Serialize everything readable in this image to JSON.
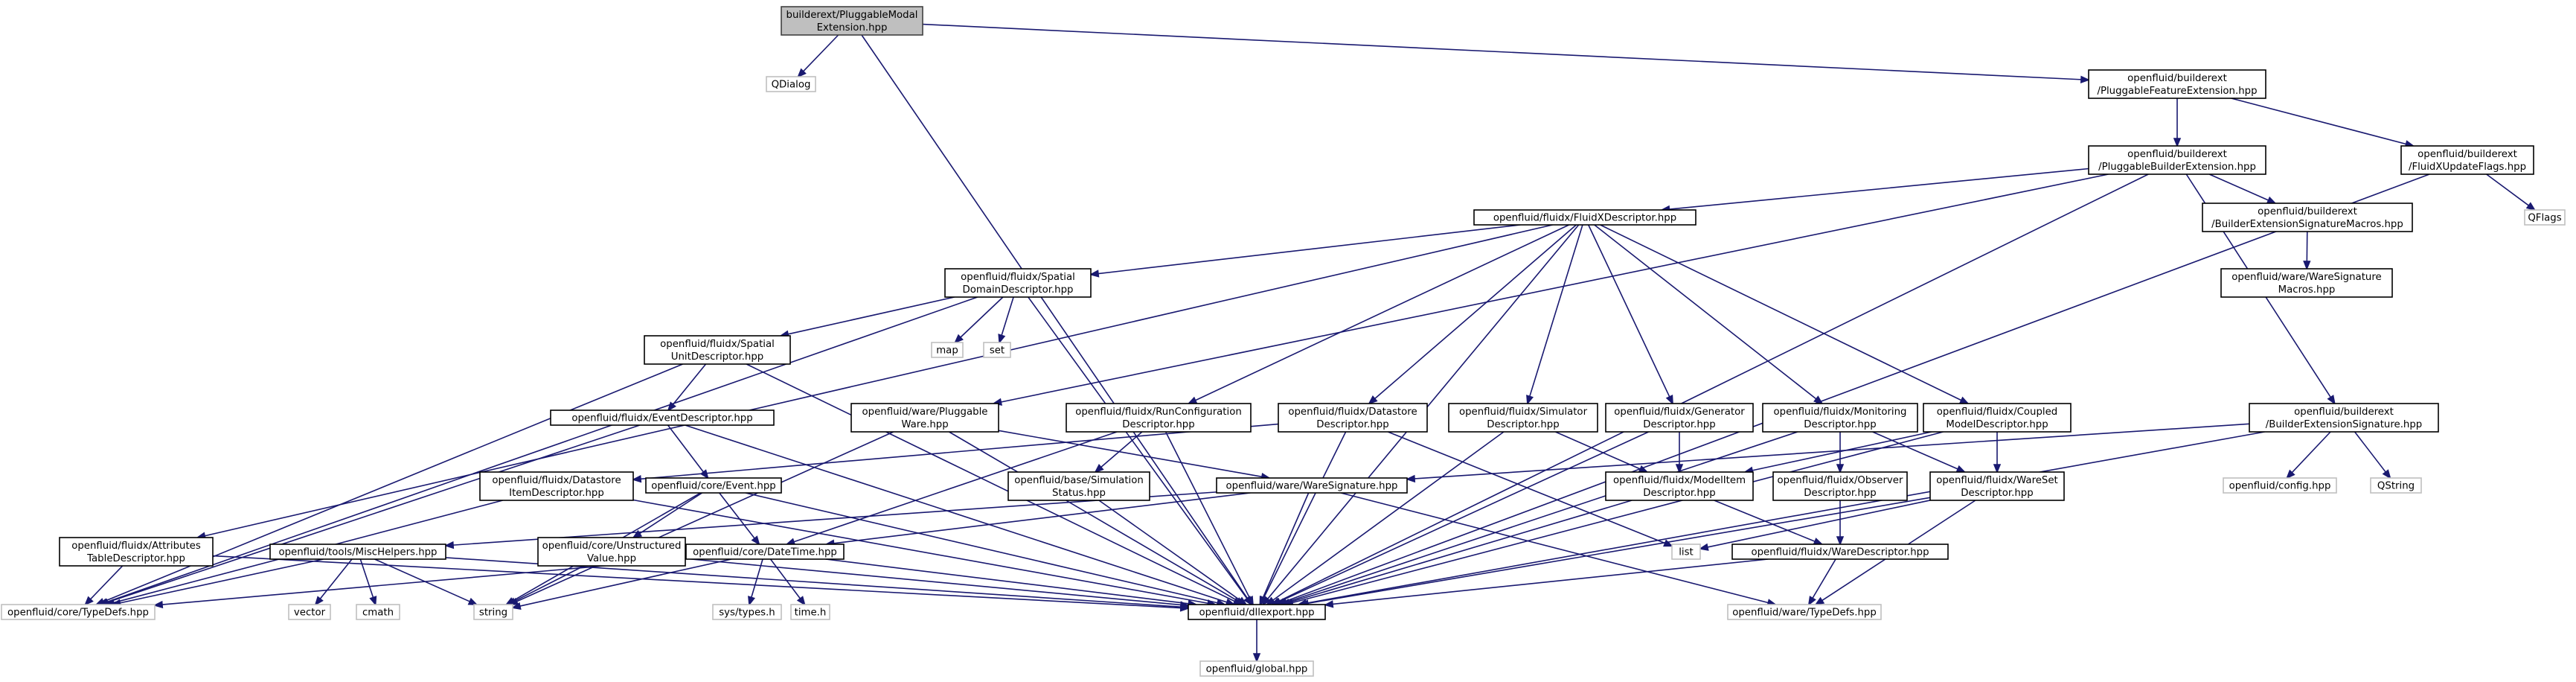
{
  "diagram": {
    "title": "",
    "colors": {
      "edge": "#191970",
      "root_fill": "#bfbfbf",
      "root_stroke": "#404040",
      "node_stroke": "#000000",
      "system_stroke": "#bfbfbf",
      "text": "#000000"
    },
    "nodes": [
      {
        "id": "pmext",
        "kind": "root",
        "lines": [
          "builderext/PluggableModal",
          "Extension.hpp"
        ]
      },
      {
        "id": "qdialog",
        "kind": "system",
        "lines": [
          "QDialog"
        ]
      },
      {
        "id": "pfext",
        "kind": "normal",
        "lines": [
          "openfluid/builderext",
          "/PluggableFeatureExtension.hpp"
        ]
      },
      {
        "id": "pbext",
        "kind": "normal",
        "lines": [
          "openfluid/builderext",
          "/PluggableBuilderExtension.hpp"
        ]
      },
      {
        "id": "fluidxupd",
        "kind": "normal",
        "lines": [
          "openfluid/builderext",
          "/FluidXUpdateFlags.hpp"
        ]
      },
      {
        "id": "qflags",
        "kind": "system",
        "lines": [
          "QFlags"
        ]
      },
      {
        "id": "fxdesc",
        "kind": "normal",
        "lines": [
          "openfluid/fluidx/FluidXDescriptor.hpp"
        ]
      },
      {
        "id": "besigmacros",
        "kind": "normal",
        "lines": [
          "openfluid/builderext",
          "/BuilderExtensionSignatureMacros.hpp"
        ]
      },
      {
        "id": "wsigmacros",
        "kind": "normal",
        "lines": [
          "openfluid/ware/WareSignature",
          "Macros.hpp"
        ]
      },
      {
        "id": "spatialdom",
        "kind": "normal",
        "lines": [
          "openfluid/fluidx/Spatial",
          "DomainDescriptor.hpp"
        ]
      },
      {
        "id": "map",
        "kind": "system",
        "lines": [
          "map"
        ]
      },
      {
        "id": "set",
        "kind": "system",
        "lines": [
          "set"
        ]
      },
      {
        "id": "spatialunit",
        "kind": "normal",
        "lines": [
          "openfluid/fluidx/Spatial",
          "UnitDescriptor.hpp"
        ]
      },
      {
        "id": "eventdesc",
        "kind": "normal",
        "lines": [
          "openfluid/fluidx/EventDescriptor.hpp"
        ]
      },
      {
        "id": "pluggableware",
        "kind": "normal",
        "lines": [
          "openfluid/ware/Pluggable",
          "Ware.hpp"
        ]
      },
      {
        "id": "runconf",
        "kind": "normal",
        "lines": [
          "openfluid/fluidx/RunConfiguration",
          "Descriptor.hpp"
        ]
      },
      {
        "id": "datastoredesc",
        "kind": "normal",
        "lines": [
          "openfluid/fluidx/Datastore",
          "Descriptor.hpp"
        ]
      },
      {
        "id": "simdesc",
        "kind": "normal",
        "lines": [
          "openfluid/fluidx/Simulator",
          "Descriptor.hpp"
        ]
      },
      {
        "id": "gendesc",
        "kind": "normal",
        "lines": [
          "openfluid/fluidx/Generator",
          "Descriptor.hpp"
        ]
      },
      {
        "id": "mondesc",
        "kind": "normal",
        "lines": [
          "openfluid/fluidx/Monitoring",
          "Descriptor.hpp"
        ]
      },
      {
        "id": "coupleddesc",
        "kind": "normal",
        "lines": [
          "openfluid/fluidx/Coupled",
          "ModelDescriptor.hpp"
        ]
      },
      {
        "id": "besig",
        "kind": "normal",
        "lines": [
          "openfluid/builderext",
          "/BuilderExtensionSignature.hpp"
        ]
      },
      {
        "id": "dsitem",
        "kind": "normal",
        "lines": [
          "openfluid/fluidx/Datastore",
          "ItemDescriptor.hpp"
        ]
      },
      {
        "id": "event",
        "kind": "normal",
        "lines": [
          "openfluid/core/Event.hpp"
        ]
      },
      {
        "id": "simstatus",
        "kind": "normal",
        "lines": [
          "openfluid/base/Simulation",
          "Status.hpp"
        ]
      },
      {
        "id": "waresig",
        "kind": "normal",
        "lines": [
          "openfluid/ware/WareSignature.hpp"
        ]
      },
      {
        "id": "modelitem",
        "kind": "normal",
        "lines": [
          "openfluid/fluidx/ModelItem",
          "Descriptor.hpp"
        ]
      },
      {
        "id": "obsdesc",
        "kind": "normal",
        "lines": [
          "openfluid/fluidx/Observer",
          "Descriptor.hpp"
        ]
      },
      {
        "id": "waresetdesc",
        "kind": "normal",
        "lines": [
          "openfluid/fluidx/WareSet",
          "Descriptor.hpp"
        ]
      },
      {
        "id": "config",
        "kind": "system",
        "lines": [
          "openfluid/config.hpp"
        ]
      },
      {
        "id": "qstring",
        "kind": "system",
        "lines": [
          "QString"
        ]
      },
      {
        "id": "attrtable",
        "kind": "normal",
        "lines": [
          "openfluid/fluidx/Attributes",
          "TableDescriptor.hpp"
        ]
      },
      {
        "id": "mischelpers",
        "kind": "normal",
        "lines": [
          "openfluid/tools/MiscHelpers.hpp"
        ]
      },
      {
        "id": "unstruct",
        "kind": "normal",
        "lines": [
          "openfluid/core/Unstructured",
          "Value.hpp"
        ]
      },
      {
        "id": "datetime",
        "kind": "normal",
        "lines": [
          "openfluid/core/DateTime.hpp"
        ]
      },
      {
        "id": "list",
        "kind": "system",
        "lines": [
          "list"
        ]
      },
      {
        "id": "waredesc",
        "kind": "normal",
        "lines": [
          "openfluid/fluidx/WareDescriptor.hpp"
        ]
      },
      {
        "id": "coretypedefs",
        "kind": "system",
        "lines": [
          "openfluid/core/TypeDefs.hpp"
        ]
      },
      {
        "id": "vector",
        "kind": "system",
        "lines": [
          "vector"
        ]
      },
      {
        "id": "cmath",
        "kind": "system",
        "lines": [
          "cmath"
        ]
      },
      {
        "id": "string",
        "kind": "system",
        "lines": [
          "string"
        ]
      },
      {
        "id": "systypes",
        "kind": "system",
        "lines": [
          "sys/types.h"
        ]
      },
      {
        "id": "timeh",
        "kind": "system",
        "lines": [
          "time.h"
        ]
      },
      {
        "id": "dllexport",
        "kind": "normal",
        "lines": [
          "openfluid/dllexport.hpp"
        ]
      },
      {
        "id": "waretypedefs",
        "kind": "system",
        "lines": [
          "openfluid/ware/TypeDefs.hpp"
        ]
      },
      {
        "id": "global",
        "kind": "system",
        "lines": [
          "openfluid/global.hpp"
        ]
      }
    ],
    "edges": [
      [
        "pmext",
        "qdialog"
      ],
      [
        "pmext",
        "pfext"
      ],
      [
        "pmext",
        "dllexport"
      ],
      [
        "pfext",
        "pbext"
      ],
      [
        "pfext",
        "fluidxupd"
      ],
      [
        "fluidxupd",
        "qflags"
      ],
      [
        "fluidxupd",
        "dllexport"
      ],
      [
        "pbext",
        "fxdesc"
      ],
      [
        "pbext",
        "besigmacros"
      ],
      [
        "pbext",
        "besig"
      ],
      [
        "pbext",
        "pluggableware"
      ],
      [
        "pbext",
        "dllexport"
      ],
      [
        "besigmacros",
        "wsigmacros"
      ],
      [
        "fxdesc",
        "spatialdom"
      ],
      [
        "fxdesc",
        "runconf"
      ],
      [
        "fxdesc",
        "datastoredesc"
      ],
      [
        "fxdesc",
        "simdesc"
      ],
      [
        "fxdesc",
        "gendesc"
      ],
      [
        "fxdesc",
        "mondesc"
      ],
      [
        "fxdesc",
        "coupleddesc"
      ],
      [
        "fxdesc",
        "attrtable"
      ],
      [
        "fxdesc",
        "dllexport"
      ],
      [
        "spatialdom",
        "map"
      ],
      [
        "spatialdom",
        "set"
      ],
      [
        "spatialdom",
        "spatialunit"
      ],
      [
        "spatialdom",
        "coretypedefs"
      ],
      [
        "spatialdom",
        "dllexport"
      ],
      [
        "spatialunit",
        "eventdesc"
      ],
      [
        "spatialunit",
        "coretypedefs"
      ],
      [
        "spatialunit",
        "dllexport"
      ],
      [
        "eventdesc",
        "event"
      ],
      [
        "eventdesc",
        "coretypedefs"
      ],
      [
        "eventdesc",
        "dllexport"
      ],
      [
        "event",
        "datetime"
      ],
      [
        "event",
        "string"
      ],
      [
        "event",
        "unstruct"
      ],
      [
        "event",
        "dllexport"
      ],
      [
        "unstruct",
        "string"
      ],
      [
        "unstruct",
        "dllexport"
      ],
      [
        "pluggableware",
        "waresig"
      ],
      [
        "pluggableware",
        "string"
      ],
      [
        "pluggableware",
        "dllexport"
      ],
      [
        "runconf",
        "simstatus"
      ],
      [
        "runconf",
        "datetime"
      ],
      [
        "runconf",
        "dllexport"
      ],
      [
        "simstatus",
        "dllexport"
      ],
      [
        "datastoredesc",
        "dsitem"
      ],
      [
        "datastoredesc",
        "list"
      ],
      [
        "datastoredesc",
        "dllexport"
      ],
      [
        "dsitem",
        "coretypedefs"
      ],
      [
        "dsitem",
        "dllexport"
      ],
      [
        "simdesc",
        "modelitem"
      ],
      [
        "simdesc",
        "dllexport"
      ],
      [
        "gendesc",
        "modelitem"
      ],
      [
        "gendesc",
        "dllexport"
      ],
      [
        "mondesc",
        "obsdesc"
      ],
      [
        "mondesc",
        "waresetdesc"
      ],
      [
        "mondesc",
        "dllexport"
      ],
      [
        "coupleddesc",
        "modelitem"
      ],
      [
        "coupleddesc",
        "waresetdesc"
      ],
      [
        "coupleddesc",
        "dllexport"
      ],
      [
        "besig",
        "waresig"
      ],
      [
        "besig",
        "config"
      ],
      [
        "besig",
        "qstring"
      ],
      [
        "besig",
        "dllexport"
      ],
      [
        "waresig",
        "datetime"
      ],
      [
        "waresig",
        "mischelpers"
      ],
      [
        "waresig",
        "waretypedefs"
      ],
      [
        "waresig",
        "dllexport"
      ],
      [
        "modelitem",
        "waredesc"
      ],
      [
        "modelitem",
        "dllexport"
      ],
      [
        "obsdesc",
        "waredesc"
      ],
      [
        "waresetdesc",
        "list"
      ],
      [
        "waresetdesc",
        "waretypedefs"
      ],
      [
        "waresetdesc",
        "dllexport"
      ],
      [
        "waredesc",
        "waretypedefs"
      ],
      [
        "waredesc",
        "dllexport"
      ],
      [
        "attrtable",
        "coretypedefs"
      ],
      [
        "attrtable",
        "dllexport"
      ],
      [
        "mischelpers",
        "vector"
      ],
      [
        "mischelpers",
        "cmath"
      ],
      [
        "mischelpers",
        "string"
      ],
      [
        "mischelpers",
        "coretypedefs"
      ],
      [
        "mischelpers",
        "dllexport"
      ],
      [
        "datetime",
        "systypes"
      ],
      [
        "datetime",
        "timeh"
      ],
      [
        "datetime",
        "string"
      ],
      [
        "datetime",
        "coretypedefs"
      ],
      [
        "datetime",
        "dllexport"
      ],
      [
        "dllexport",
        "global"
      ]
    ]
  }
}
